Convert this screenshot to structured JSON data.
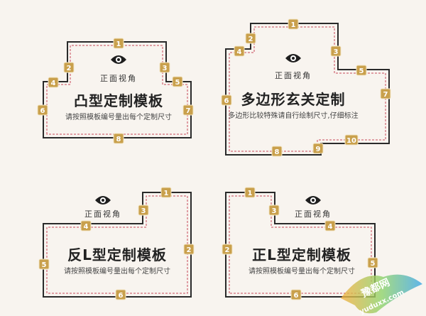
{
  "colors": {
    "background": "#f8f4ef",
    "outline": "#2a2a2a",
    "dashed": "#c8485a",
    "badge": "#c9a04c"
  },
  "panels": [
    {
      "name": "convex",
      "view_label": "正面视角",
      "title": "凸型定制模板",
      "subtitle": "请按照模板编号量出每个定制尺寸",
      "badges": [
        "1",
        "2",
        "3",
        "4",
        "5",
        "6",
        "7",
        "8"
      ]
    },
    {
      "name": "polygon",
      "view_label": "正面视角",
      "title": "多边形玄关定制",
      "subtitle": "多边形比较特殊请自行绘制尺寸,仔细标注",
      "badges": [
        "1",
        "2",
        "3",
        "4",
        "5",
        "6",
        "7",
        "8",
        "9",
        "10"
      ]
    },
    {
      "name": "reverse-l",
      "view_label": "正面视角",
      "title": "反L型定制模板",
      "subtitle": "请按照模板编号量出每个定制尺寸",
      "badges": [
        "1",
        "2",
        "3",
        "4",
        "5",
        "6"
      ]
    },
    {
      "name": "l-shape",
      "view_label": "正面视角",
      "title": "正L型定制模板",
      "subtitle": "请按照模板编号量出每个定制尺寸",
      "badges": [
        "1",
        "2",
        "3",
        "4",
        "5",
        "6"
      ]
    }
  ],
  "watermark": {
    "text": "豫都网",
    "url": "yuduxx.com"
  }
}
